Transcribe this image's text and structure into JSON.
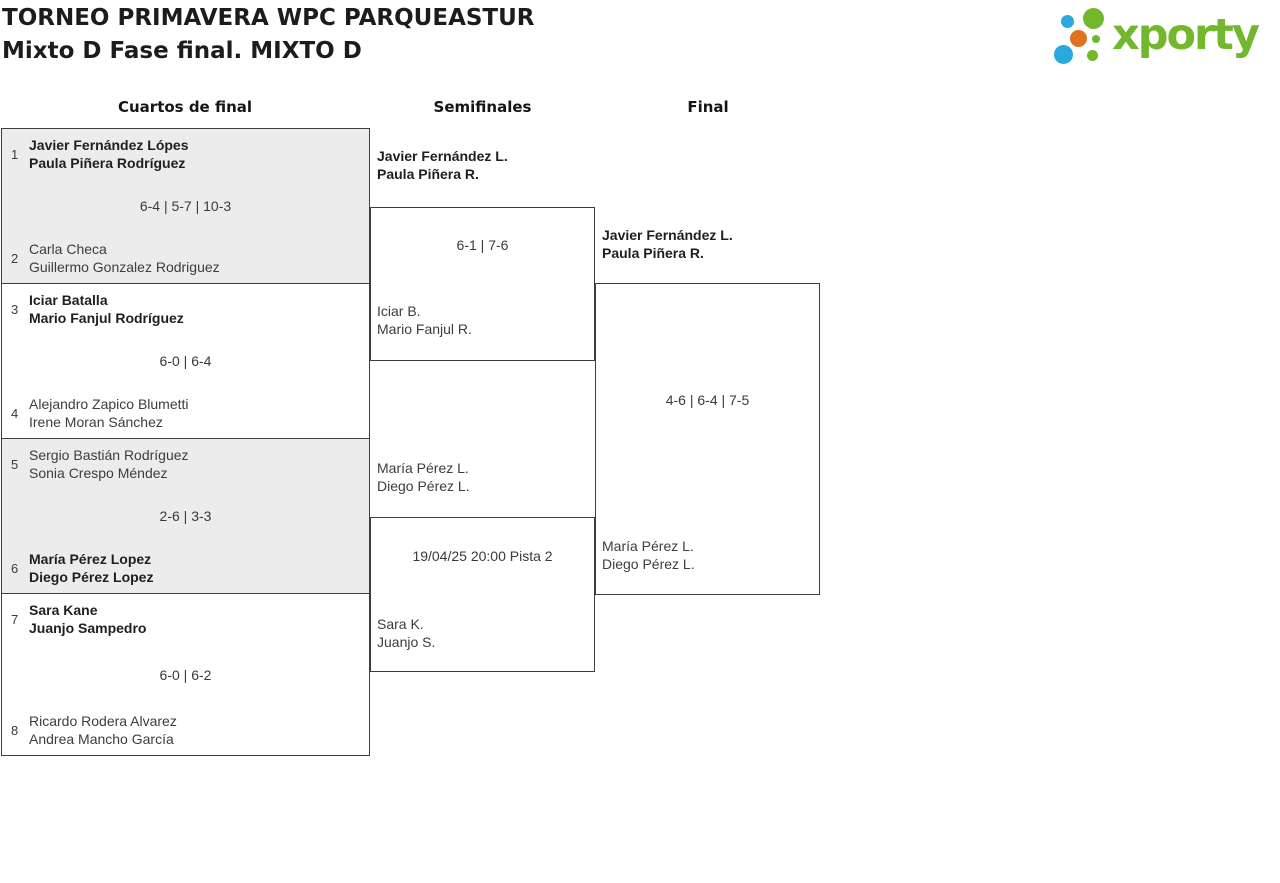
{
  "header": {
    "title_line1": "TORNEO PRIMAVERA WPC PARQUEASTUR",
    "title_line2": "Mixto D Fase final. MIXTO D",
    "logo": {
      "text": "xporty"
    }
  },
  "round_headers": {
    "quarterfinals": "Cuartos de final",
    "semifinals": "Semifinales",
    "final": "Final"
  },
  "quarterfinals": [
    {
      "seed_top": "1",
      "top1": "Javier Fernández Lópes",
      "top2": "Paula Piñera Rodríguez",
      "score": "6-4 | 5-7 | 10-3",
      "seed_bottom": "2",
      "bottom1": "Carla Checa",
      "bottom2": "Guillermo Gonzalez Rodriguez"
    },
    {
      "seed_top": "3",
      "top1": "Iciar Batalla",
      "top2": "Mario Fanjul Rodríguez",
      "score": "6-0 | 6-4",
      "seed_bottom": "4",
      "bottom1": "Alejandro Zapico Blumetti",
      "bottom2": "Irene Moran Sánchez"
    },
    {
      "seed_top": "5",
      "top1": "Sergio Bastián Rodríguez",
      "top2": "Sonia Crespo Méndez",
      "score": "2-6 | 3-3",
      "seed_bottom": "6",
      "bottom1": "María Pérez Lopez",
      "bottom2": "Diego Pérez Lopez"
    },
    {
      "seed_top": "7",
      "top1": "Sara Kane",
      "top2": "Juanjo Sampedro",
      "score": "6-0 | 6-2",
      "seed_bottom": "8",
      "bottom1": "Ricardo Rodera Alvarez",
      "bottom2": "Andrea Mancho García"
    }
  ],
  "semifinals": [
    {
      "top1": "Javier Fernández L.",
      "top2": "Paula Piñera R.",
      "center": "6-1 | 7-6",
      "bottom1": "Iciar B.",
      "bottom2": "Mario Fanjul R."
    },
    {
      "top1": "María Pérez L.",
      "top2": "Diego Pérez L.",
      "center": "19/04/25 20:00 Pista 2",
      "bottom1": "Sara K.",
      "bottom2": "Juanjo S."
    }
  ],
  "final": {
    "top1": "Javier Fernández L.",
    "top2": "Paula Piñera R.",
    "score": "4-6 | 6-4 | 7-5",
    "bottom1": "María Pérez L.",
    "bottom2": "Diego Pérez L."
  },
  "colors": {
    "brand_green": "#72b72c",
    "brand_blue": "#2aa9e0",
    "brand_orange": "#e2711d",
    "box_fill": "#ececec",
    "border": "#3e3e3e"
  }
}
